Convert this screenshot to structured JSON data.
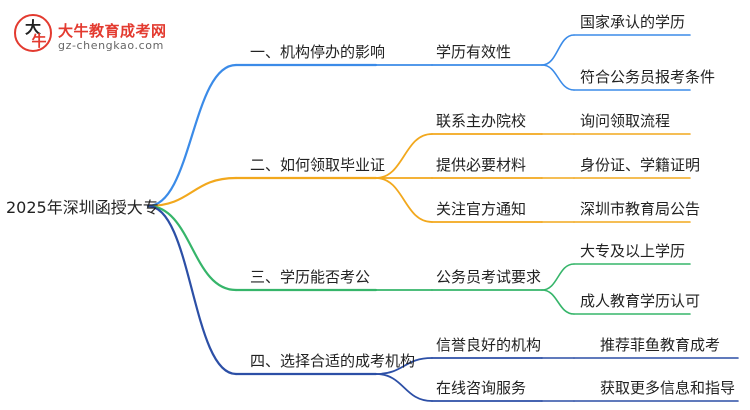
{
  "logo": {
    "name": "大牛教育成考网",
    "url": "gz-chengkao.com",
    "badge_glyph_top": "大",
    "badge_glyph_bottom": "牛"
  },
  "root": "2025年深圳函授大专",
  "branches": [
    {
      "label": "一、机构停办的影响",
      "color": "#3b8be8",
      "children": [
        {
          "label": "学历有效性",
          "children": [
            "国家承认的学历",
            "符合公务员报考条件"
          ]
        }
      ]
    },
    {
      "label": "二、如何领取毕业证",
      "color": "#f2a81d",
      "children": [
        {
          "label": "联系主办院校",
          "children": [
            "询问领取流程"
          ]
        },
        {
          "label": "提供必要材料",
          "children": [
            "身份证、学籍证明"
          ]
        },
        {
          "label": "关注官方通知",
          "children": [
            "深圳市教育局公告"
          ]
        }
      ]
    },
    {
      "label": "三、学历能否考公",
      "color": "#36b56a",
      "children": [
        {
          "label": "公务员考试要求",
          "children": [
            "大专及以上学历",
            "成人教育学历认可"
          ]
        }
      ]
    },
    {
      "label": "四、选择合适的成考机构",
      "color": "#2c4fa6",
      "children": [
        {
          "label": "信誉良好的机构",
          "children": [
            "推荐菲鱼教育成考"
          ]
        },
        {
          "label": "在线咨询服务",
          "children": [
            "获取更多信息和指导"
          ]
        }
      ]
    }
  ]
}
